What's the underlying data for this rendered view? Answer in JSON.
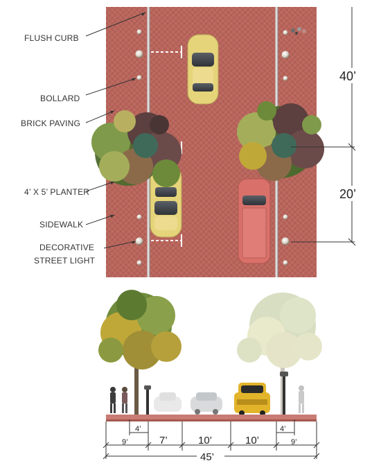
{
  "plan": {
    "labels": {
      "flush_curb": "FLUSH CURB",
      "bollard": "BOLLARD",
      "brick_paving": "BRICK PAVING",
      "planter": "4’ X 5’ PLANTER",
      "sidewalk": "SIDEWALK",
      "street_light_line1": "DECORATIVE",
      "street_light_line2": "STREET LIGHT"
    },
    "dimensions": {
      "top_span": "40’",
      "bottom_span": "20’"
    }
  },
  "section": {
    "dimensions": {
      "left_curb_offset": "4’",
      "right_curb_offset": "4’",
      "left_sidewalk": "9’",
      "parking_lane": "7’",
      "travel_lane_1": "10’",
      "travel_lane_2": "10’",
      "right_sidewalk": "9’",
      "total_width": "45’"
    }
  },
  "colors": {
    "brick": "#b9655c",
    "brick_dark": "#a5544c",
    "curb_line": "#d7d7d7",
    "car_yellow": "#e6d47a",
    "car_red": "#d9706a",
    "foliage_green": "#6f8b3c",
    "foliage_yellow": "#c0a838",
    "foliage_purple": "#6b4a4a"
  }
}
